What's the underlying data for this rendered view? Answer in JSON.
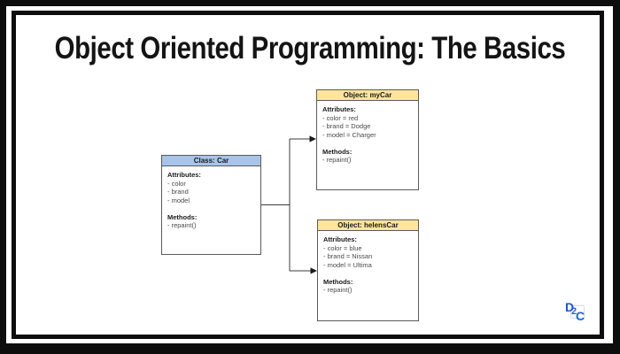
{
  "title": "Object Oriented Programming: The Basics",
  "diagram": {
    "class_box": {
      "header": "Class: Car",
      "attributes_label": "Attributes:",
      "attributes": [
        "- color",
        "- brand",
        "- model"
      ],
      "methods_label": "Methods:",
      "methods": [
        "- repaint()"
      ],
      "header_color": "#a8c4e8"
    },
    "object_boxes": [
      {
        "header": "Object: myCar",
        "attributes_label": "Attributes:",
        "attributes": [
          "- color = red",
          "- brand = Dodge",
          "- model = Charger"
        ],
        "methods_label": "Methods:",
        "methods": [
          "- repaint()"
        ],
        "header_color": "#ffe599"
      },
      {
        "header": "Object: helensCar",
        "attributes_label": "Attributes:",
        "attributes": [
          "- color = blue",
          "- brand = Nissan",
          "- model = Ultima"
        ],
        "methods_label": "Methods:",
        "methods": [
          "- repaint()"
        ],
        "header_color": "#ffe599"
      }
    ],
    "connections": [
      {
        "from": "Class: Car",
        "to": "Object: myCar"
      },
      {
        "from": "Class: Car",
        "to": "Object: helensCar"
      }
    ]
  },
  "logo": {
    "d": "D",
    "two": "2",
    "c": "C",
    "color": "#2063d6"
  },
  "colors": {
    "frame": "#0d0d0d",
    "class_header": "#a8c4e8",
    "object_header": "#ffe599",
    "box_border": "#5a5a5a",
    "connector": "#3b3b3b",
    "title_text": "#141414"
  }
}
